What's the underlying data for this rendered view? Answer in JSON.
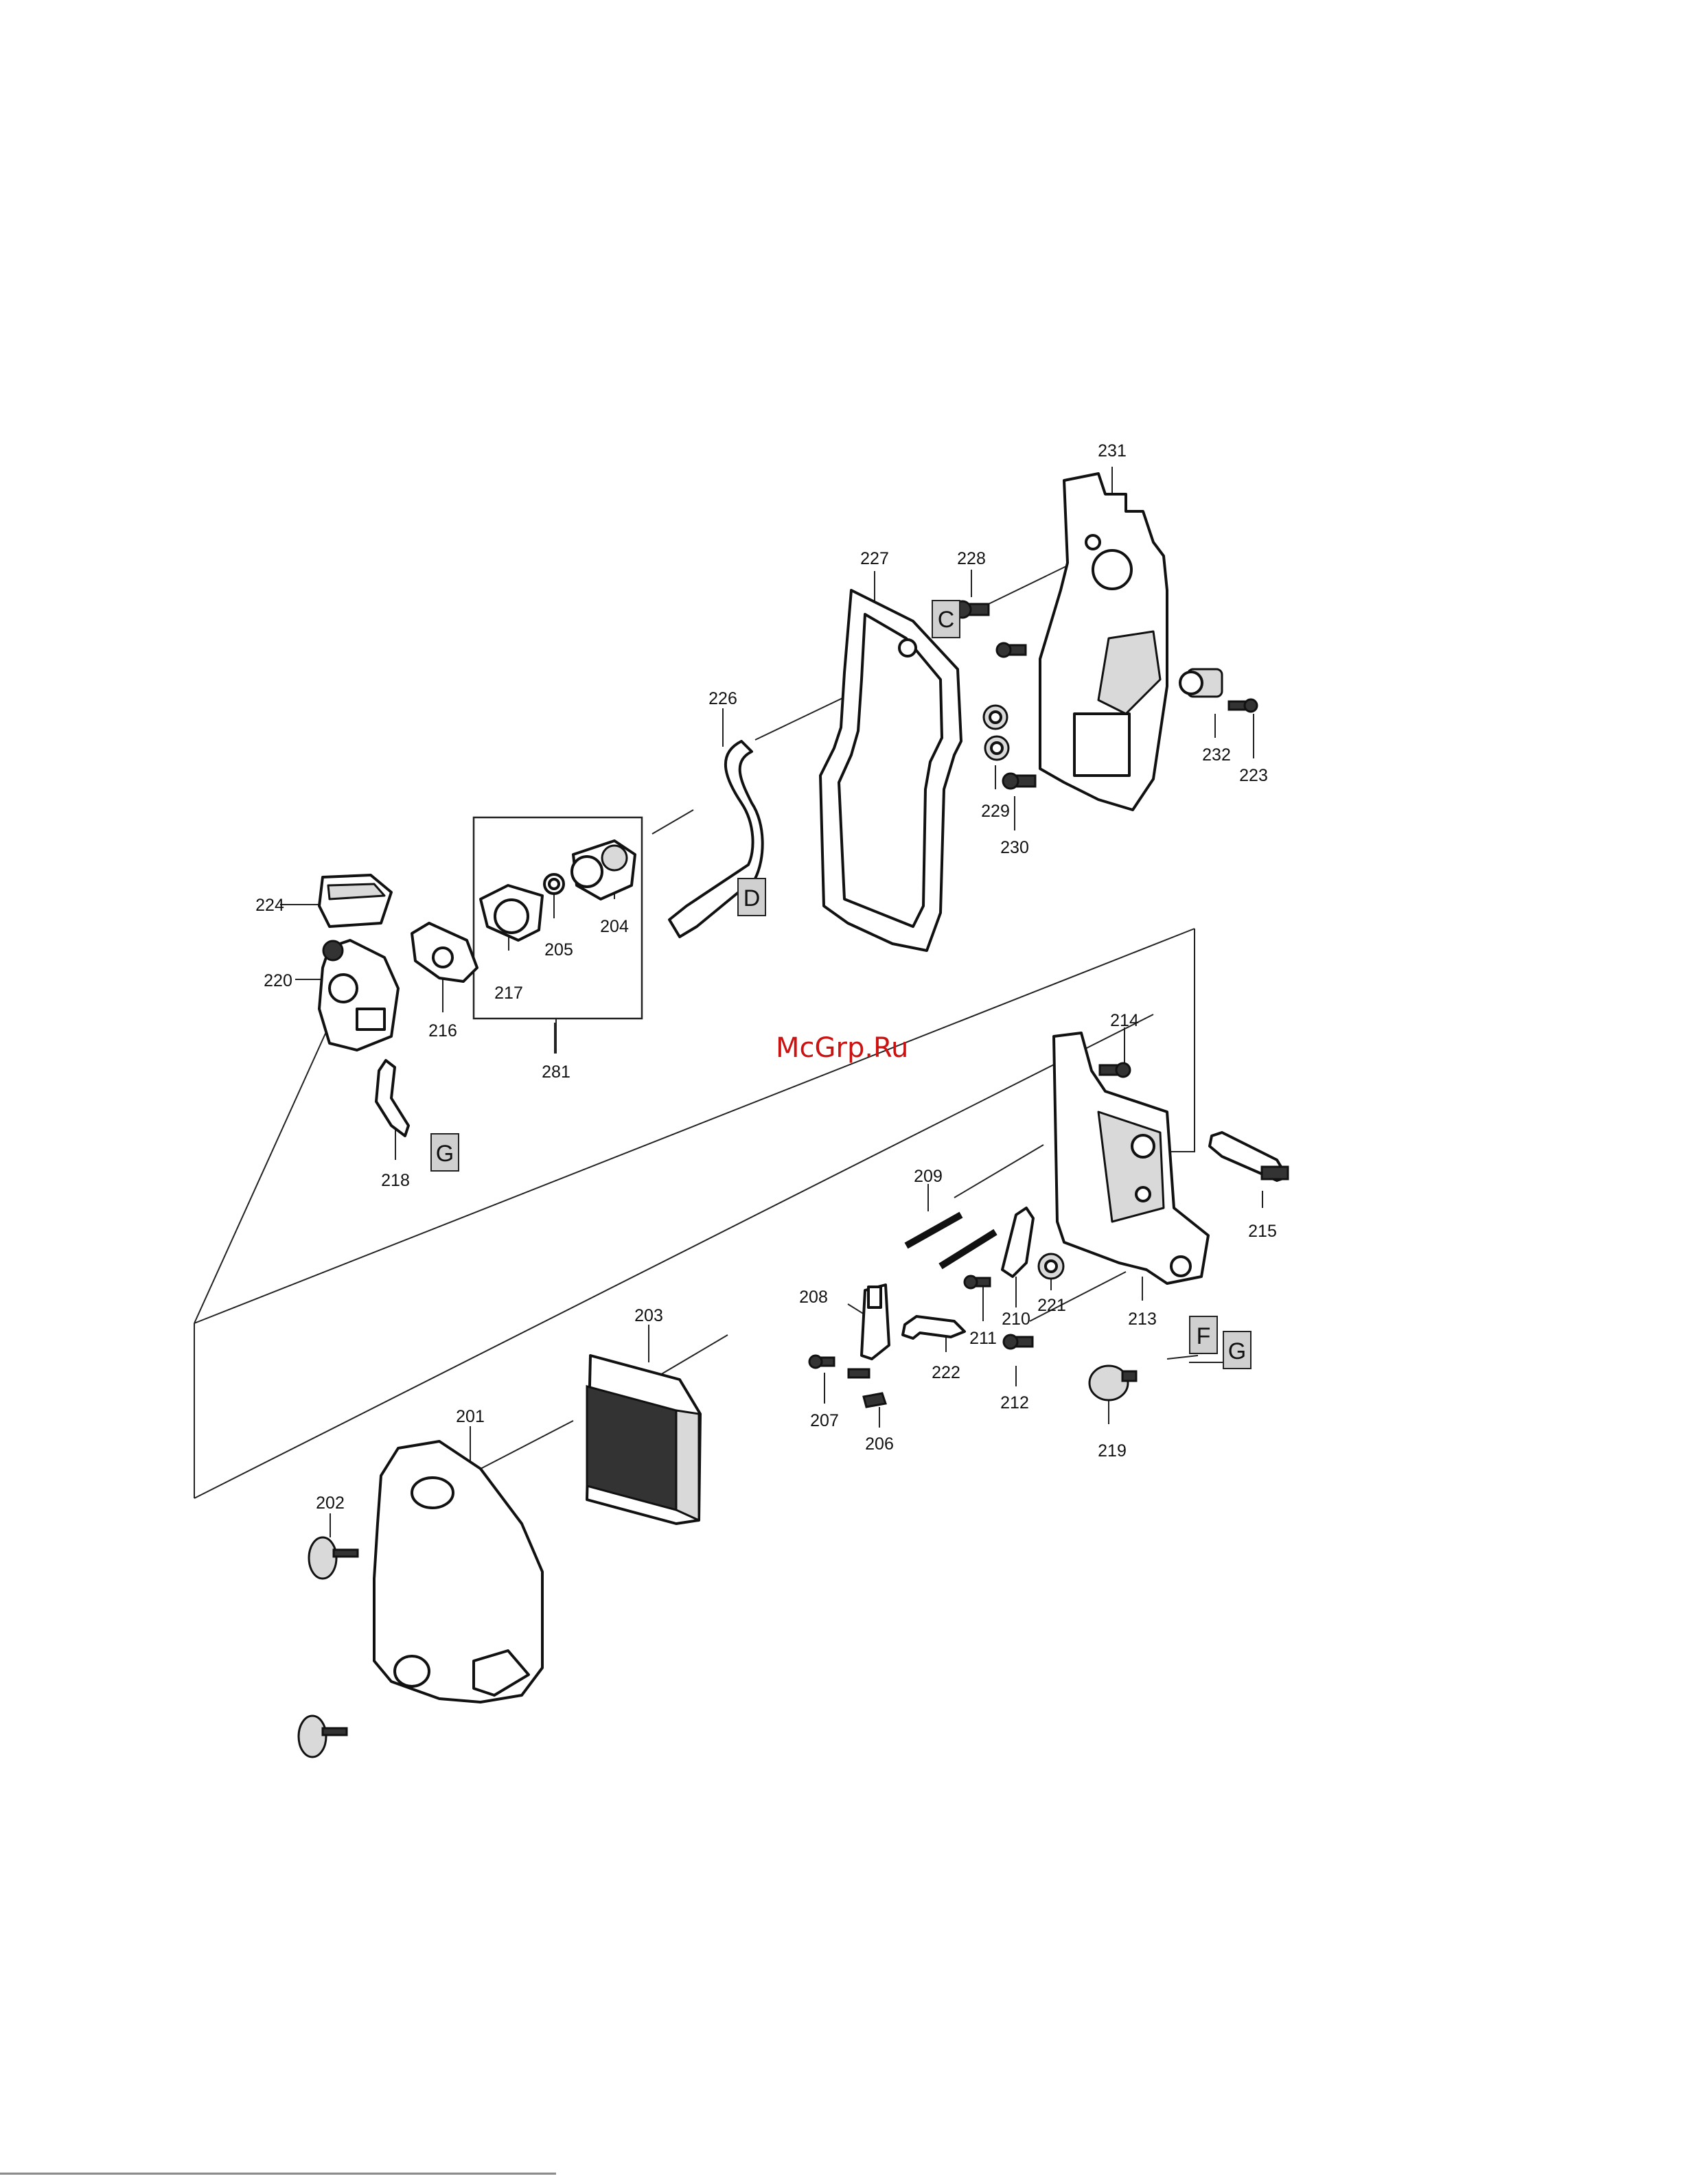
{
  "watermark": "McGrp.Ru",
  "part_labels": [
    "231",
    "227",
    "228",
    "226",
    "232",
    "223",
    "229",
    "230",
    "224",
    "205",
    "204",
    "220",
    "216",
    "217",
    "281",
    "214",
    "218",
    "209",
    "215",
    "208",
    "203",
    "210",
    "221",
    "213",
    "211",
    "222",
    "212",
    "207",
    "206",
    "219",
    "201",
    "202"
  ],
  "connector_letters": [
    "C",
    "D",
    "G",
    "F",
    "G"
  ]
}
